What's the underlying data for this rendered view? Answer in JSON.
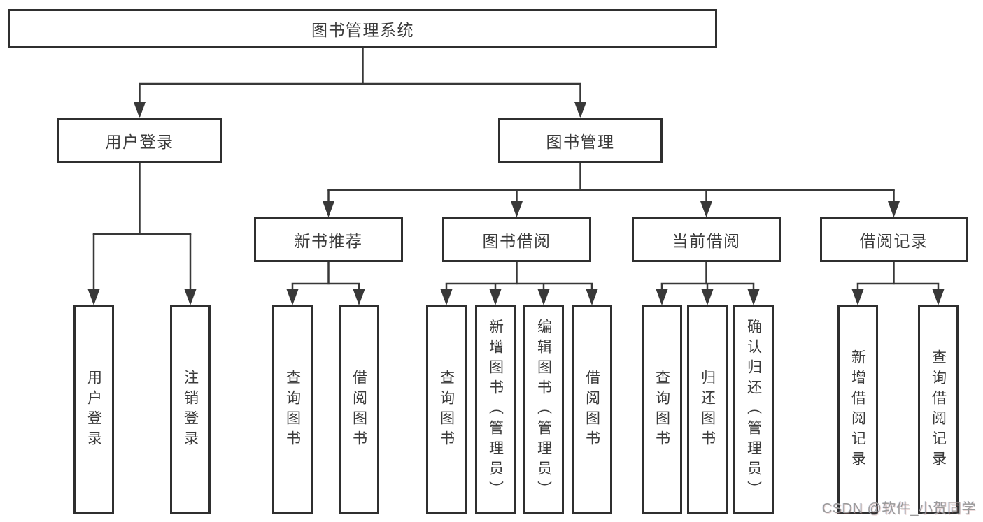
{
  "tree": {
    "root": {
      "label": "图书管理系统"
    },
    "login": {
      "label": "用户登录",
      "children": [
        {
          "label": "用户登录"
        },
        {
          "label": "注销登录"
        }
      ]
    },
    "management": {
      "label": "图书管理",
      "groups": [
        {
          "label": "新书推荐",
          "children": [
            {
              "label": "查询图书"
            },
            {
              "label": "借阅图书"
            }
          ]
        },
        {
          "label": "图书借阅",
          "children": [
            {
              "label": "查询图书"
            },
            {
              "label": "新增图书（管理员）"
            },
            {
              "label": "编辑图书（管理员）"
            },
            {
              "label": "借阅图书"
            }
          ]
        },
        {
          "label": "当前借阅",
          "children": [
            {
              "label": "查询图书"
            },
            {
              "label": "归还图书"
            },
            {
              "label": "确认归还（管理员）"
            }
          ]
        },
        {
          "label": "借阅记录",
          "children": [
            {
              "label": "新增借阅记录"
            },
            {
              "label": "查询借阅记录"
            }
          ]
        }
      ]
    }
  },
  "watermark": {
    "text": "CSDN @软件_小贺同学"
  },
  "colors": {
    "line": "#383838",
    "box_border": "#2f2f2f",
    "text": "#3b3b3b",
    "background": "#ffffff",
    "watermark": "#9a9a9a"
  }
}
